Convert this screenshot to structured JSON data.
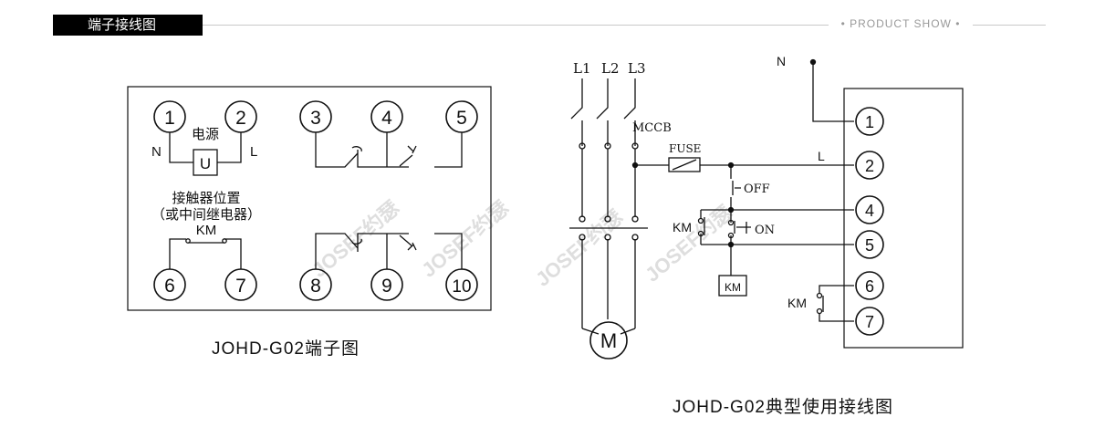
{
  "header": {
    "title": "端子接线图",
    "product_show": "• PRODUCT SHOW •"
  },
  "terminal_diagram": {
    "terminals": [
      "1",
      "2",
      "3",
      "4",
      "5",
      "6",
      "7",
      "8",
      "9",
      "10"
    ],
    "power_label": "电源",
    "n_label": "N",
    "l_label": "L",
    "u_label": "U",
    "contactor_line1": "接触器位置",
    "contactor_line2": "（或中间继电器）",
    "km_label": "KM",
    "caption": "JOHD-G02端子图"
  },
  "wiring_diagram": {
    "phase_labels": [
      "L1",
      "L2",
      "L3"
    ],
    "mccb_label": "MCCB",
    "fuse_label": "FUSE",
    "off_label": "OFF",
    "on_label": "ON",
    "km_label": "KM",
    "km_coil_label": "KM",
    "km_contact_label": "KM",
    "motor_label": "M",
    "n_label": "N",
    "l_label": "L",
    "terminals": [
      "1",
      "2",
      "4",
      "5",
      "6",
      "7"
    ],
    "caption": "JOHD-G02典型使用接线图"
  },
  "watermark": [
    "JOSEF约瑟",
    "JOSEF约瑟",
    "JOSEF约瑟",
    "JOSEF约瑟"
  ]
}
